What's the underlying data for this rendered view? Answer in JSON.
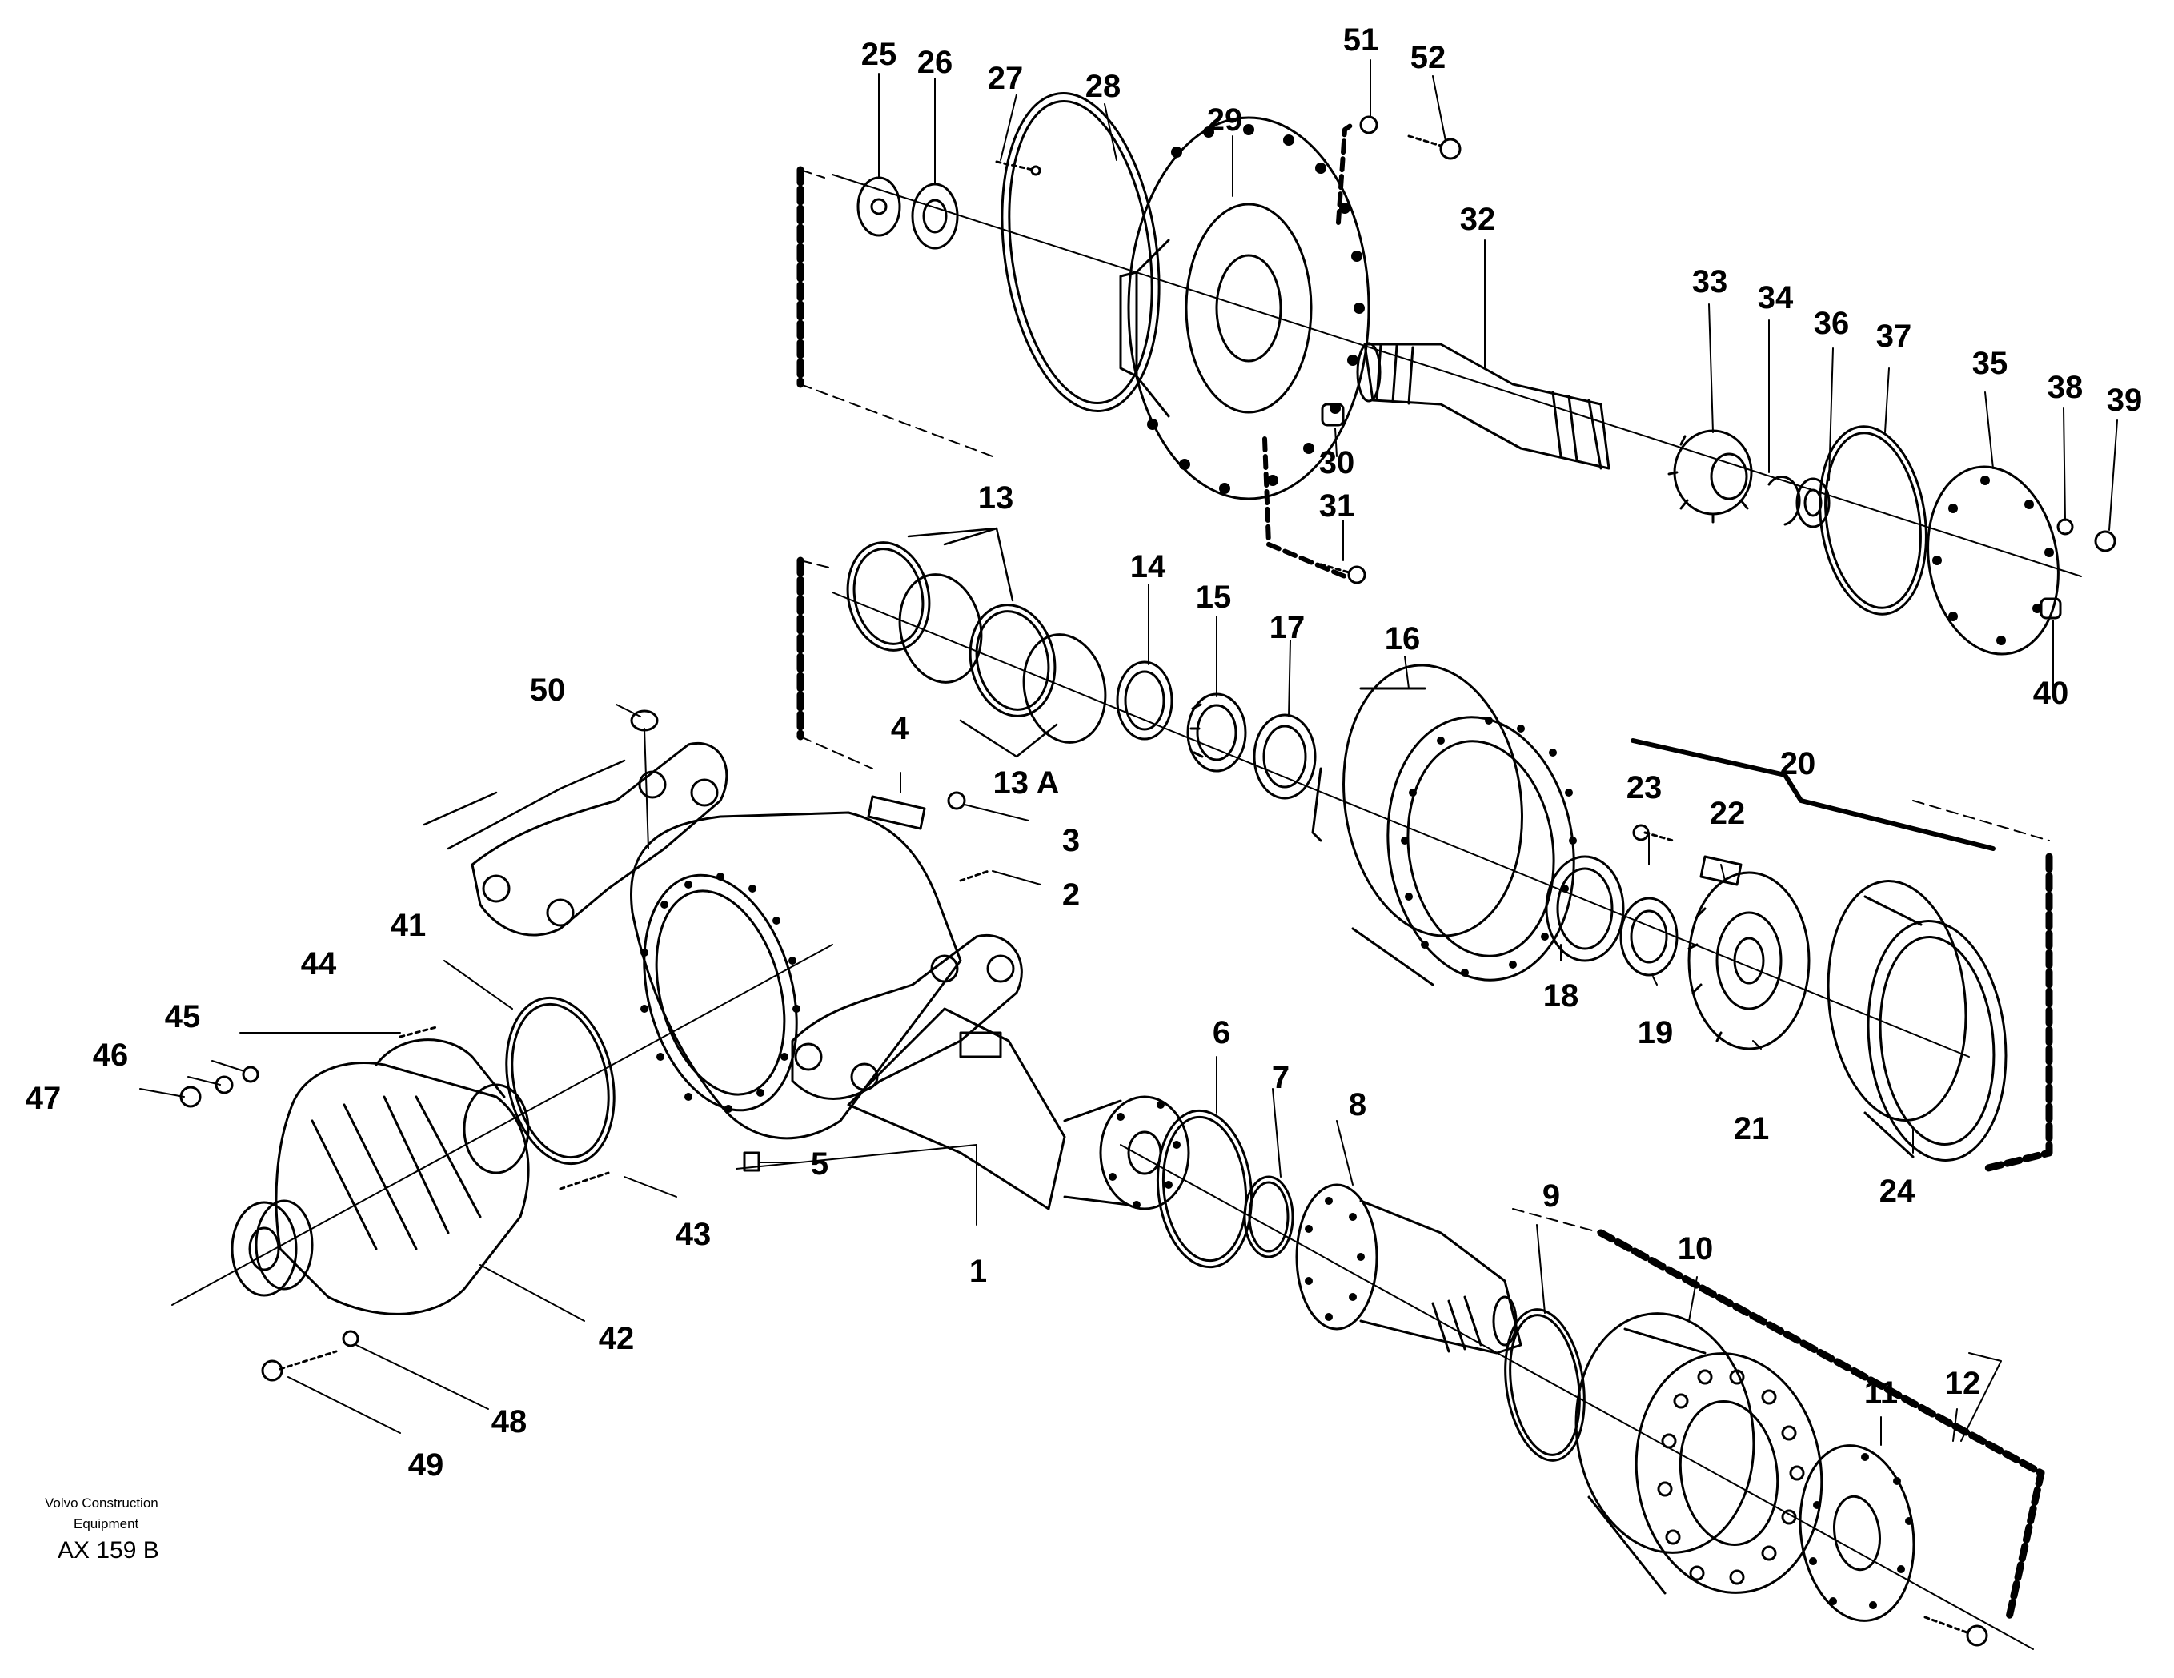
{
  "diagram": {
    "callouts": [
      "1",
      "2",
      "3",
      "4",
      "5",
      "6",
      "7",
      "8",
      "9",
      "10",
      "11",
      "12",
      "13",
      "13 A",
      "14",
      "15",
      "16",
      "17",
      "18",
      "19",
      "20",
      "21",
      "22",
      "23",
      "24",
      "25",
      "26",
      "27",
      "28",
      "29",
      "30",
      "31",
      "32",
      "33",
      "34",
      "35",
      "36",
      "37",
      "38",
      "39",
      "40",
      "41",
      "42",
      "43",
      "44",
      "45",
      "46",
      "47",
      "48",
      "49",
      "50",
      "51",
      "52"
    ]
  },
  "footer": {
    "manufacturer_line1": "Volvo Construction",
    "manufacturer_line2": "Equipment",
    "reference": "AX 159 B"
  },
  "colors": {
    "line": "#000000",
    "background": "#ffffff"
  }
}
